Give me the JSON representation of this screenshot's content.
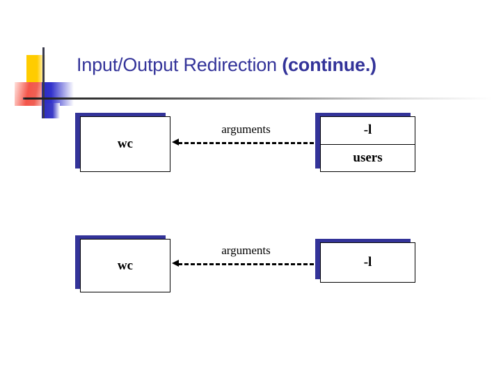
{
  "slide": {
    "title_main": "Input/Output Redirection ",
    "title_emphasis": "(continue.)",
    "title_color": "#333399",
    "background": "#ffffff"
  },
  "decor": {
    "logo_name": "powerpoint-corner-logo",
    "yellow": "#ffcc00",
    "red": "#f4554a",
    "blue": "#3333cc",
    "cross": "#3a3a4a",
    "rule_color": "#1d1d1d"
  },
  "diagram": {
    "node_fill": "#ffffff",
    "node_border": "#000000",
    "node_shadow": "#333399",
    "rows": [
      {
        "id": "row-1",
        "source": {
          "cells": [
            "wc"
          ]
        },
        "connector": {
          "label": "arguments",
          "direction": "left"
        },
        "target": {
          "cells": [
            "-l",
            "users"
          ]
        }
      },
      {
        "id": "row-2",
        "source": {
          "cells": [
            "wc"
          ]
        },
        "connector": {
          "label": "arguments",
          "direction": "left"
        },
        "target": {
          "cells": [
            "-l"
          ]
        }
      }
    ]
  }
}
